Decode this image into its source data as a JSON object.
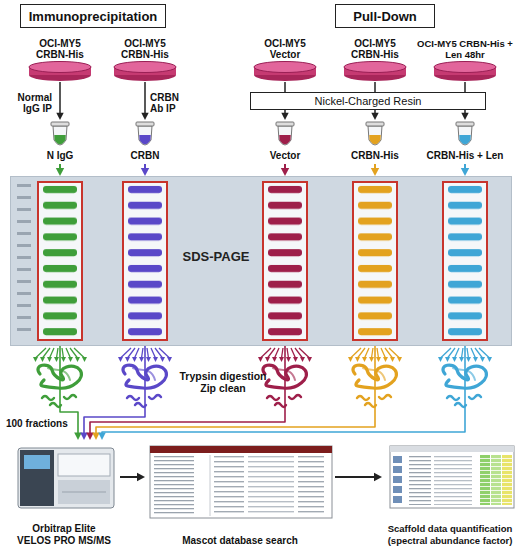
{
  "diagram": {
    "nodes": [
      {
        "text": [
          "Immunoprecipitation"
        ]
      },
      {
        "text": [
          "Pull-Down"
        ]
      },
      {
        "text": [
          "OCI-MY5 CRBN-His"
        ]
      },
      {
        "text": [
          "OCI-MY5 CRBN-His"
        ]
      },
      {
        "text": [
          "OCI-MY5 Vector"
        ]
      },
      {
        "text": [
          "OCI-MY5 CRBN-His"
        ]
      },
      {
        "text": [
          "OCI-MY5 CRBN-His + Len 48hr"
        ]
      },
      {
        "text": [
          "Nickel-Charged Resin"
        ]
      },
      {
        "text": [
          "N IgG"
        ]
      },
      {
        "text": [
          "CRBN"
        ]
      },
      {
        "text": [
          "Vector"
        ]
      },
      {
        "text": [
          "CRBN-His"
        ]
      },
      {
        "text": [
          "CRBN-His + Len"
        ]
      },
      {
        "text": [
          "SDS-PAGE"
        ]
      },
      {
        "text": [
          "Orbitrap Elite VELOS PRO MS/MS"
        ]
      },
      {
        "text": [
          "Mascot database search"
        ]
      },
      {
        "text": [
          "Scaffold data quantification (spectral abundance factor)"
        ]
      }
    ],
    "edges": [
      {
        "from": 2,
        "to": 8,
        "arrow": "to",
        "label": "Normal IgG IP"
      },
      {
        "from": 3,
        "to": 9,
        "arrow": "to",
        "label": "CRBN Ab IP"
      },
      {
        "from": 4,
        "to": 7,
        "arrow": "none"
      },
      {
        "from": 5,
        "to": 7,
        "arrow": "none"
      },
      {
        "from": 6,
        "to": 7,
        "arrow": "none"
      },
      {
        "from": 7,
        "to": 10,
        "arrow": "to"
      },
      {
        "from": 7,
        "to": 11,
        "arrow": "to"
      },
      {
        "from": 7,
        "to": 12,
        "arrow": "to"
      },
      {
        "from": 8,
        "to": 13,
        "arrow": "to"
      },
      {
        "from": 9,
        "to": 13,
        "arrow": "to"
      },
      {
        "from": 10,
        "to": 13,
        "arrow": "to"
      },
      {
        "from": 11,
        "to": 13,
        "arrow": "to"
      },
      {
        "from": 12,
        "to": 13,
        "arrow": "to"
      },
      {
        "from": 13,
        "to": 14,
        "arrow": "to"
      },
      {
        "from": 13,
        "to": 14,
        "arrow": "to"
      },
      {
        "from": 13,
        "to": 14,
        "arrow": "to"
      },
      {
        "from": 13,
        "to": 14,
        "arrow": "to"
      },
      {
        "from": 13,
        "to": 14,
        "arrow": "to"
      },
      {
        "from": 14,
        "to": 15,
        "arrow": "to"
      },
      {
        "from": 15,
        "to": 16,
        "arrow": "to"
      }
    ],
    "labels": [
      "Trypsin digestion Zip clean",
      "100 fractions"
    ]
  }
}
